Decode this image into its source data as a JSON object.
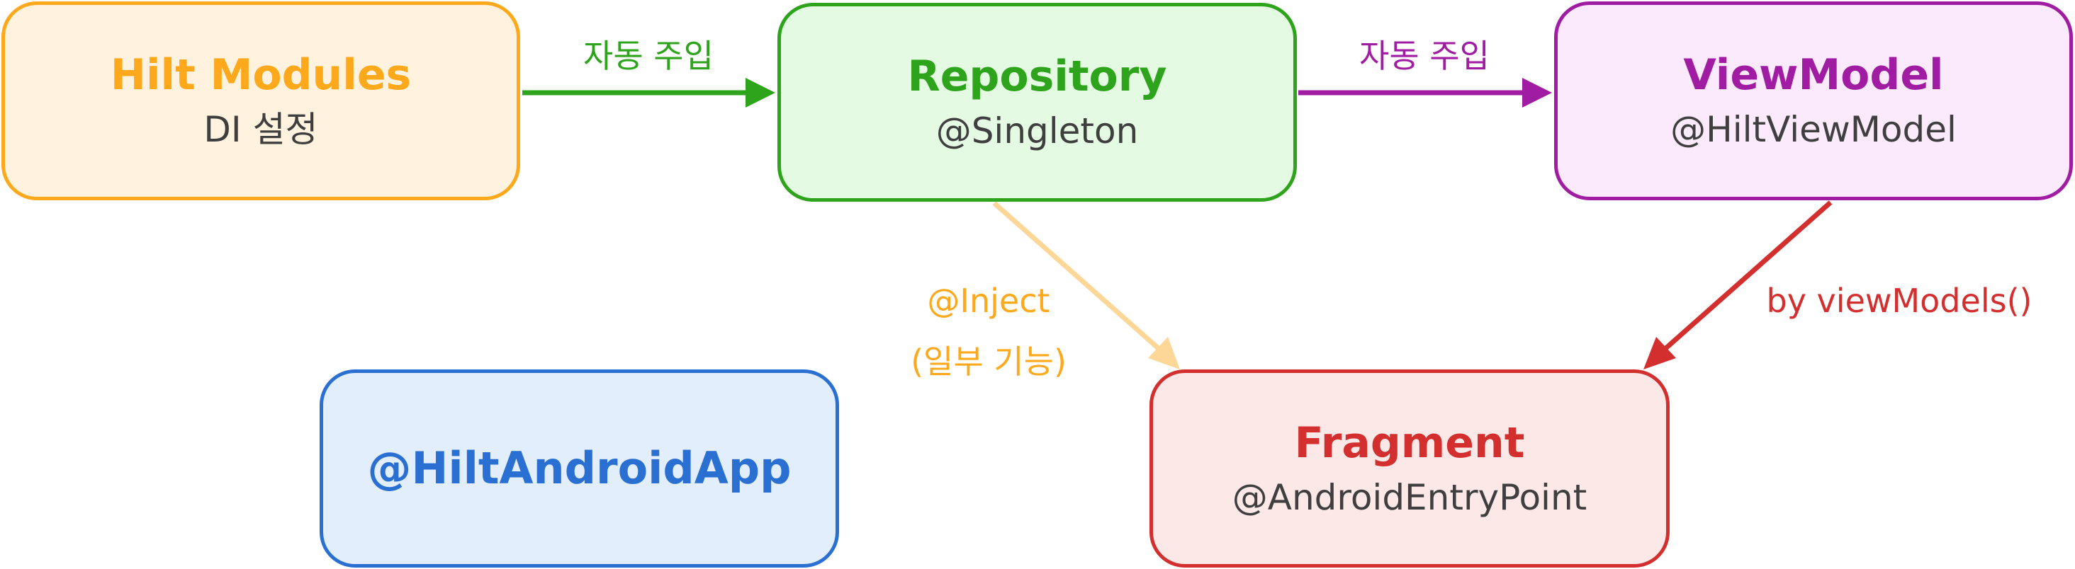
{
  "colors": {
    "orange": "#fea81b",
    "orange_fill": "#fff3df",
    "green": "#2ea31c",
    "green_fill": "#e5fae2",
    "purple": "#a01da3",
    "purple_fill": "#fbe9fc",
    "blue": "#2a6fd2",
    "blue_fill": "#e2eefc",
    "red": "#d42f2f",
    "red_fill": "#fde8e8",
    "peach_arrow": "#fdd797"
  },
  "nodes": {
    "hilt_modules": {
      "title": "Hilt Modules",
      "subtitle": "DI 설정"
    },
    "repository": {
      "title": "Repository",
      "subtitle": "@Singleton"
    },
    "viewmodel": {
      "title": "ViewModel",
      "subtitle": "@HiltViewModel"
    },
    "app": {
      "title": "@HiltAndroidApp"
    },
    "fragment": {
      "title": "Fragment",
      "subtitle": "@AndroidEntryPoint"
    }
  },
  "edges": {
    "modules_to_repository": {
      "label": "자동 주입"
    },
    "repository_to_viewmodel": {
      "label": "자동 주입"
    },
    "repository_to_fragment": {
      "label_line1": "@Inject",
      "label_line2": "(일부 기능)"
    },
    "viewmodel_to_fragment": {
      "label": "by viewModels()"
    }
  }
}
